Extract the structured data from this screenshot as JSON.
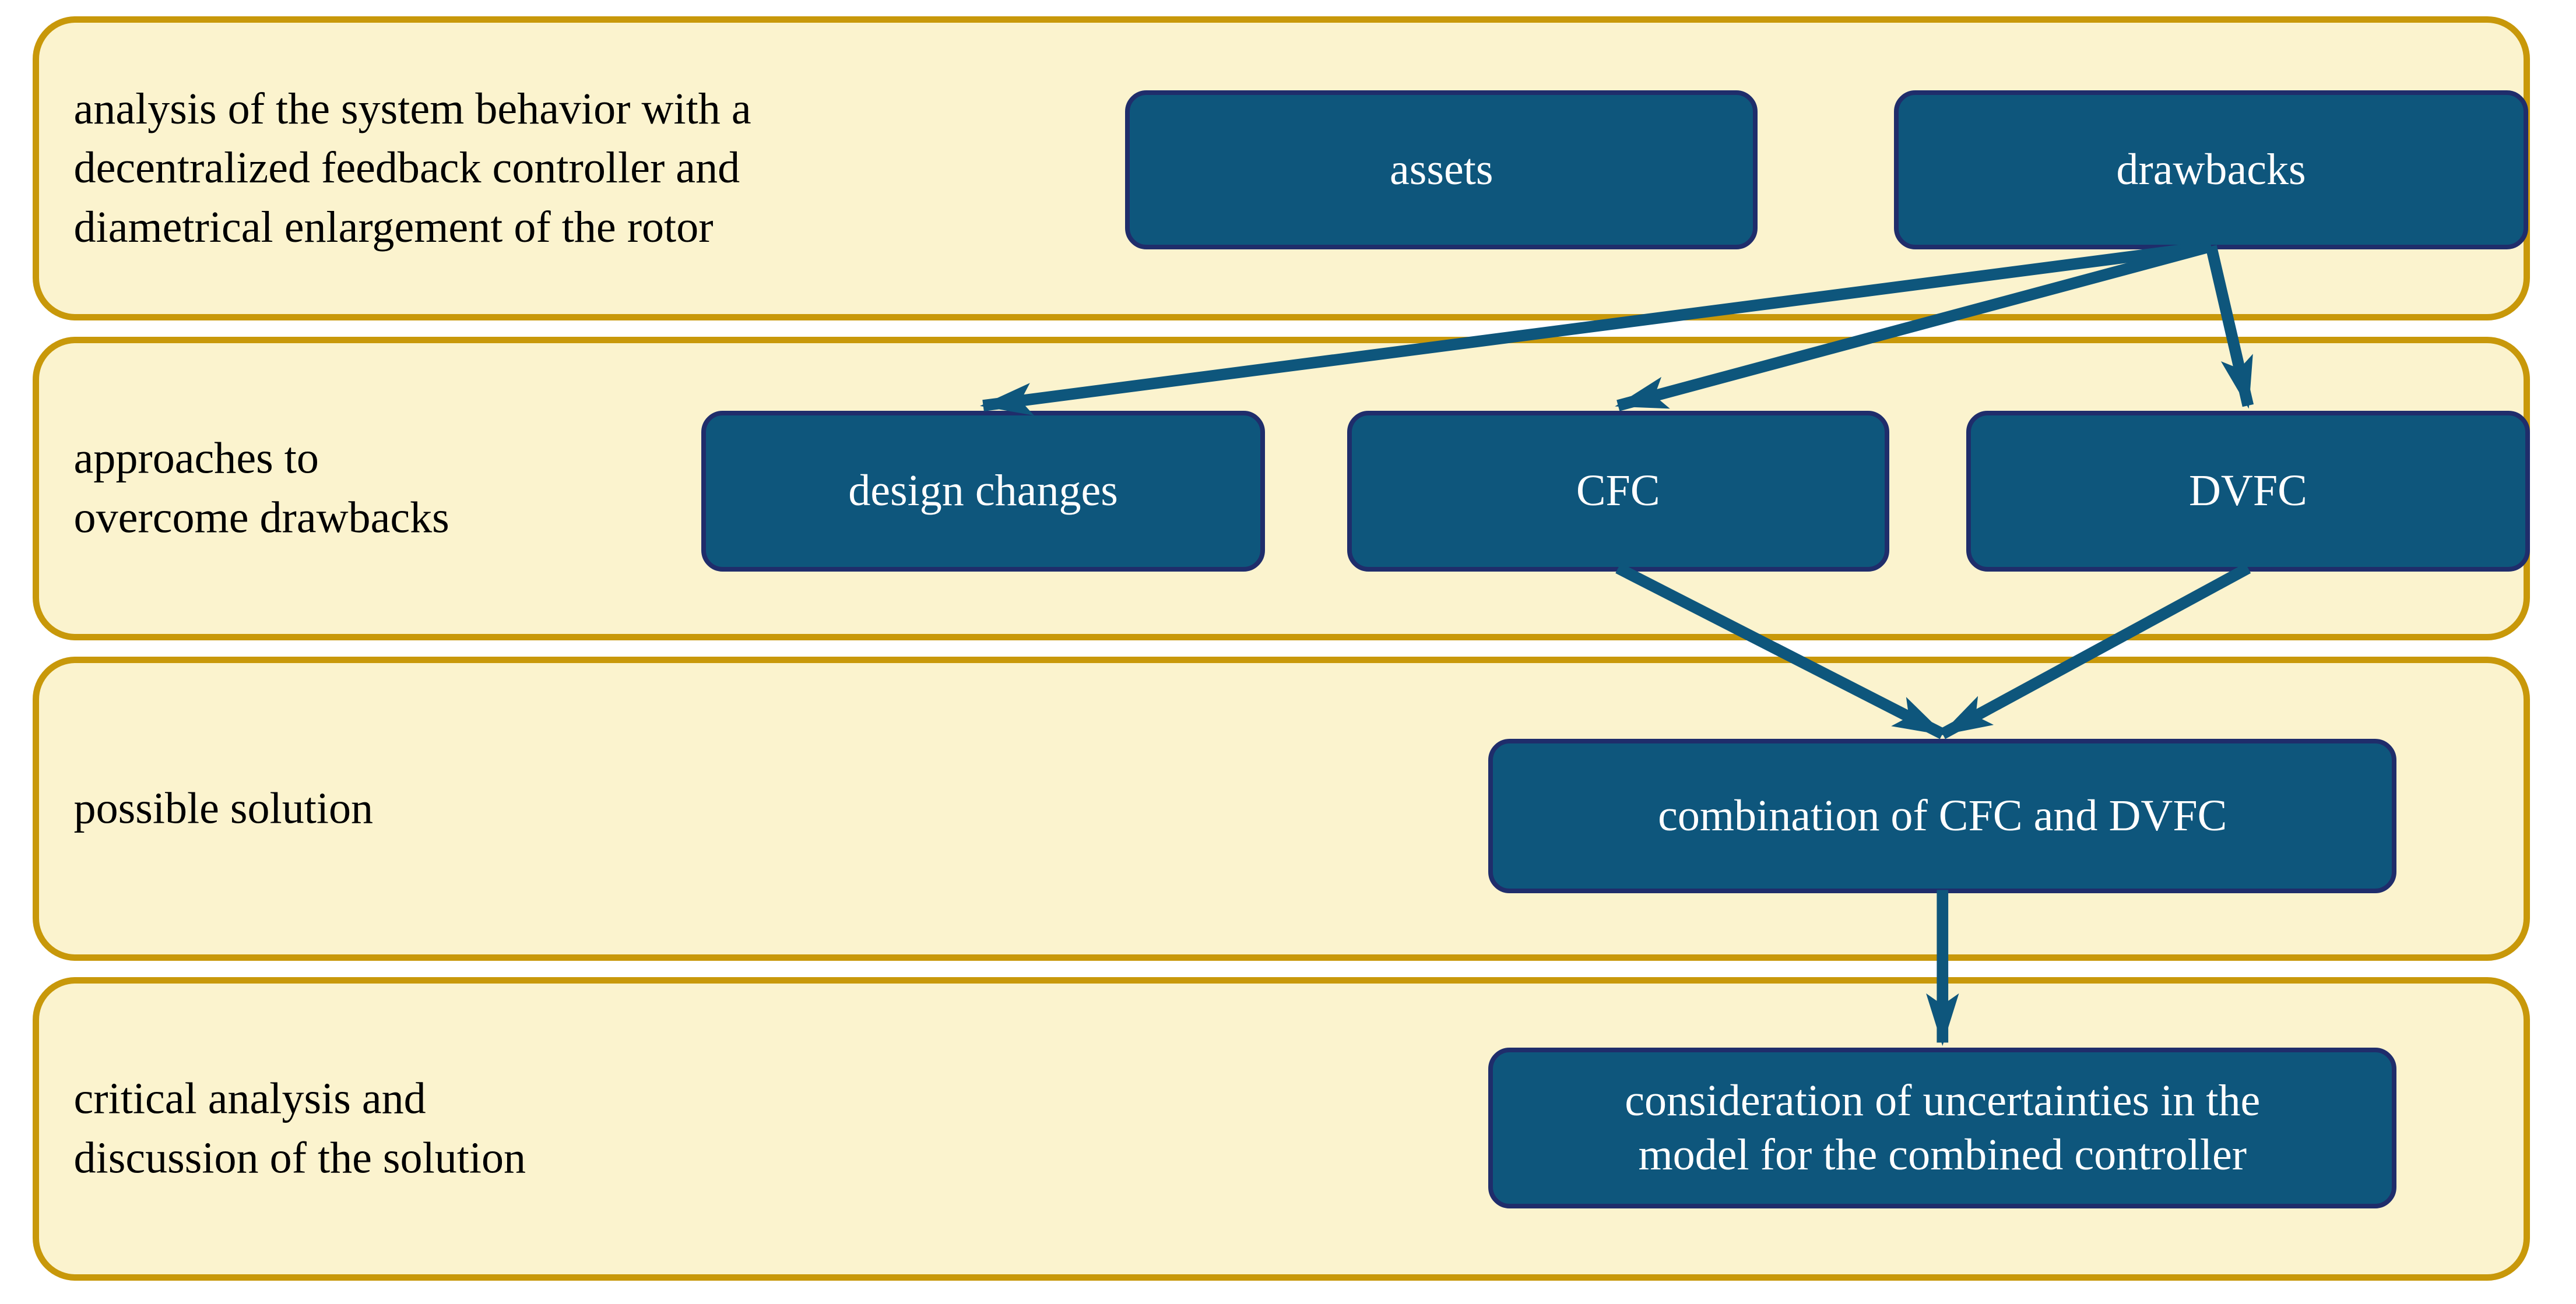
{
  "figure": {
    "type": "flow-diagram",
    "description": "four-stage flow diagram of analysis, approaches, solution and discussion"
  },
  "colors": {
    "page_bg": "#FFFFFF",
    "band_fill": "#FBF3CE",
    "band_border": "#C8980A",
    "node_fill": "#0E567C",
    "node_border": "#1F2D6B",
    "node_text": "#FFFFFF",
    "label_text": "#000000",
    "arrow": "#0E567C"
  },
  "bands": [
    {
      "id": "analysis",
      "label": "analysis of the system behavior with a\ndecentralized feedback controller and\ndiametrical enlargement of the rotor"
    },
    {
      "id": "approaches",
      "label": "approaches to\novercome drawbacks"
    },
    {
      "id": "solution",
      "label": "possible solution"
    },
    {
      "id": "critical",
      "label": "critical analysis and\ndiscussion of the solution"
    }
  ],
  "boxes": {
    "assets": {
      "label": "assets"
    },
    "drawbacks": {
      "label": "drawbacks"
    },
    "design-changes": {
      "label": "design changes"
    },
    "cfc": {
      "label": "CFC"
    },
    "dvfc": {
      "label": "DVFC"
    },
    "combination": {
      "label": "combination of CFC and DVFC"
    },
    "consideration": {
      "label": "consideration of uncertainties in the\nmodel for the combined controller"
    }
  },
  "arrows": [
    {
      "from": "drawbacks",
      "to": "design-changes"
    },
    {
      "from": "drawbacks",
      "to": "cfc"
    },
    {
      "from": "drawbacks",
      "to": "dvfc"
    },
    {
      "from": "cfc",
      "to": "combination"
    },
    {
      "from": "dvfc",
      "to": "combination"
    },
    {
      "from": "combination",
      "to": "consideration"
    }
  ]
}
